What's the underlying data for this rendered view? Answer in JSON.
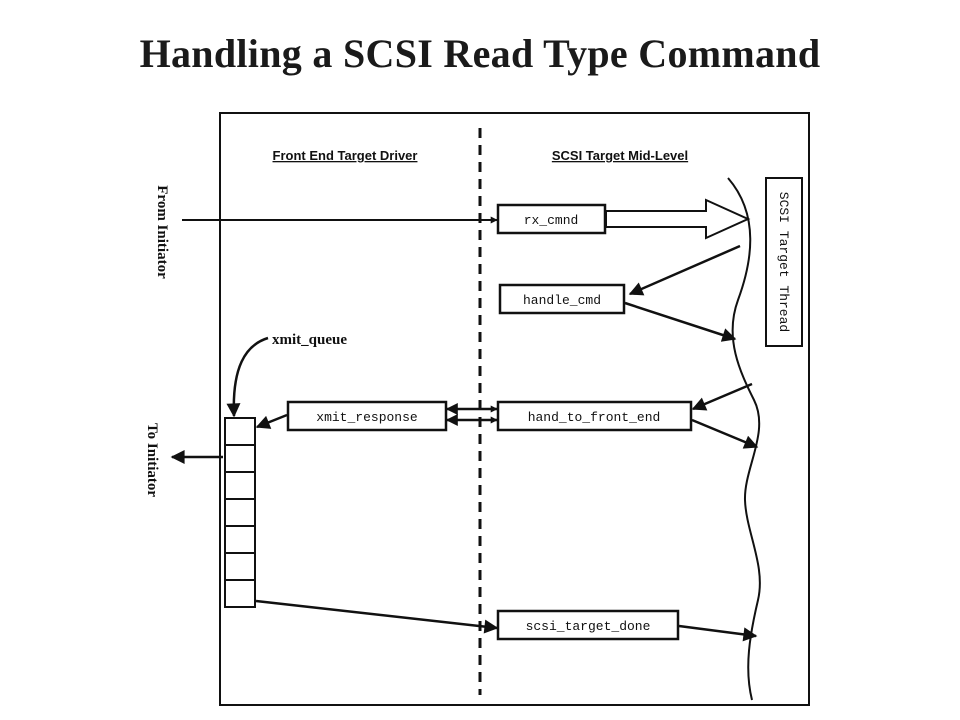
{
  "title": "Handling a SCSI Read Type Command",
  "headers": {
    "left": "Front End Target Driver",
    "right": "SCSI Target Mid-Level"
  },
  "boxes": {
    "rx_cmnd": "rx_cmnd",
    "handle_cmd": "handle_cmd",
    "xmit_response": "xmit_response",
    "hand_to_front_end": "hand_to_front_end",
    "scsi_target_done": "scsi_target_done",
    "thread": "SCSI Target Thread"
  },
  "labels": {
    "from_initiator": "From Initiator",
    "to_initiator": "To Initiator",
    "xmit_queue": "xmit_queue"
  }
}
